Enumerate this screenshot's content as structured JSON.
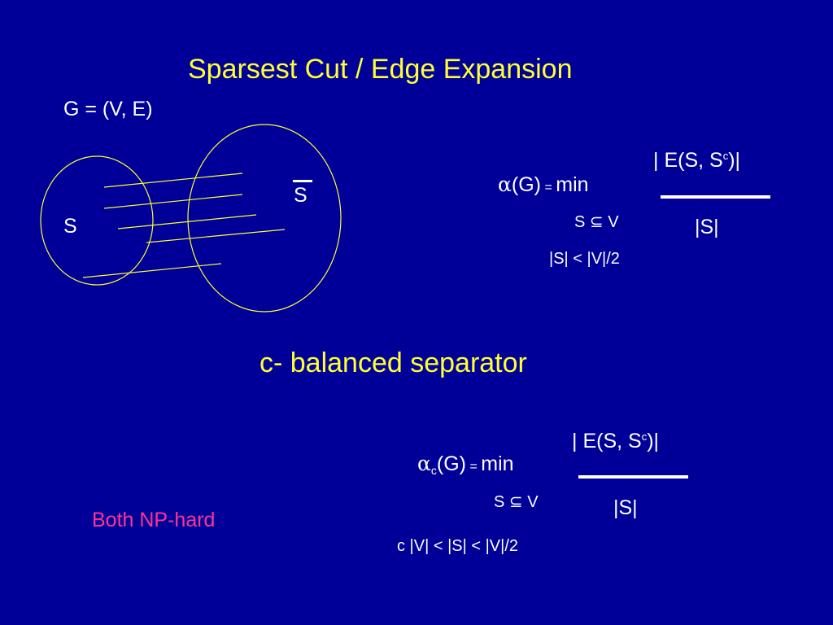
{
  "slide": {
    "title": "Sparsest Cut / Edge Expansion",
    "graph_label": "G = (V, E)",
    "set_s": "S",
    "set_s_bar": "S",
    "colors": {
      "background": "#000099",
      "title": "#ffff33",
      "text": "#ffffff",
      "lines": "#ffff33",
      "note": "#ff3399"
    }
  },
  "formula1": {
    "alpha": "α",
    "arg": "(G)",
    "equals": "=",
    "min": "min",
    "numerator_pre": "| E(S, S",
    "numerator_sup": "c",
    "numerator_post": ")|",
    "denominator": "|S|",
    "subset_line": "S ⊆ V",
    "constraint": "|S| <  |V|/2"
  },
  "section_title": "c- balanced separator",
  "formula2": {
    "alpha": "α",
    "sub": "c",
    "arg": "(G)",
    "equals": "=",
    "min": "min",
    "numerator_pre": "| E(S, S",
    "numerator_sup": "c",
    "numerator_post": ")|",
    "denominator": "|S|",
    "subset_line": "S ⊆ V",
    "constraint": "c |V|  <  |S| <  |V|/2"
  },
  "note": "Both NP-hard"
}
